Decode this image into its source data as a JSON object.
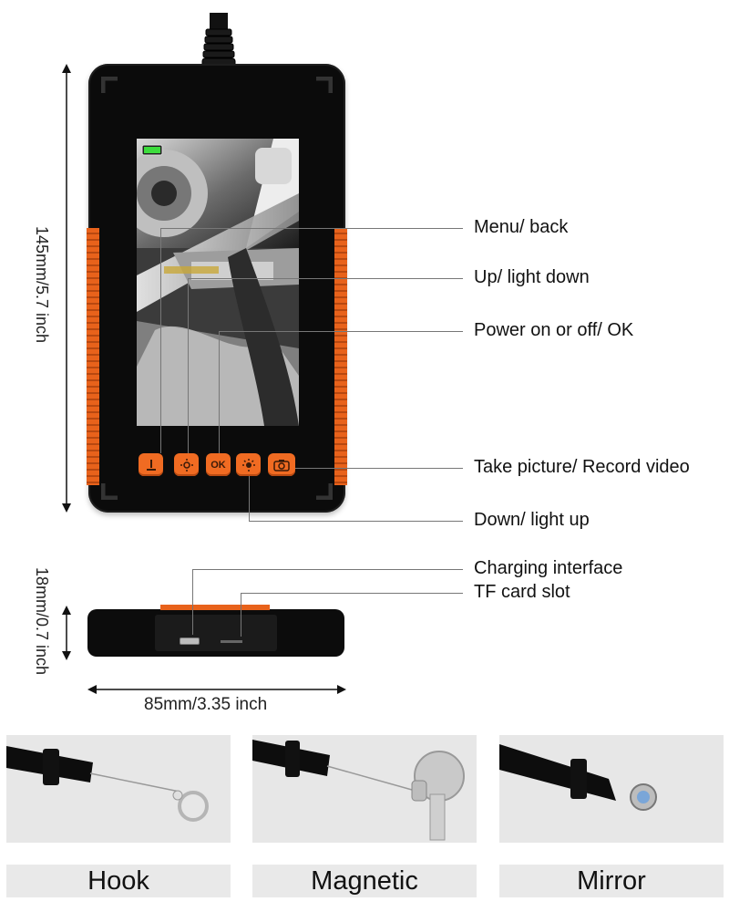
{
  "dimensions": {
    "height": "145mm/5.7 inch",
    "thickness": "18mm/0.7 inch",
    "width": "85mm/3.35 inch"
  },
  "callouts": {
    "menu": "Menu/ back",
    "up": "Up/ light down",
    "power": "Power on or off/ OK",
    "picture": "Take picture/ Record video",
    "down": "Down/ light up",
    "charging": "Charging interface",
    "tf": "TF card slot"
  },
  "buttons": {
    "ok": "OK"
  },
  "accessories": [
    {
      "label": "Hook"
    },
    {
      "label": "Magnetic"
    },
    {
      "label": "Mirror"
    }
  ],
  "colors": {
    "accent": "#f06b22",
    "body": "#0b0b0b"
  }
}
